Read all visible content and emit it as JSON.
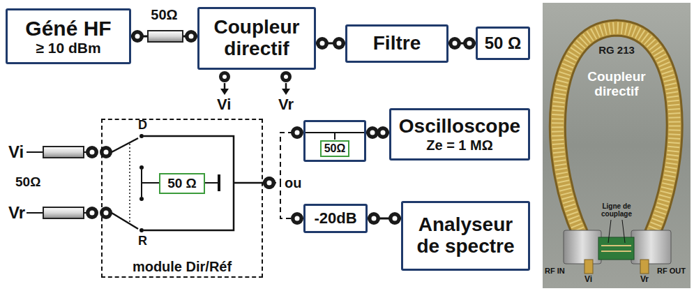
{
  "diagram": {
    "nodes": [
      {
        "text": [
          "Géné HF",
          "≥ 10 dBm"
        ]
      },
      {
        "text": [
          "Coupleur directif"
        ]
      },
      {
        "text": [
          "Filtre"
        ]
      },
      {
        "text": [
          "50 Ω"
        ]
      },
      {
        "text": [
          "module Dir/Réf"
        ]
      },
      {
        "text": [
          "50 Ω"
        ],
        "in": 4
      },
      {
        "text": [
          "50Ω"
        ]
      },
      {
        "text": [
          "Oscilloscope",
          "Ze = 1 MΩ"
        ]
      },
      {
        "text": [
          "-20dB"
        ]
      },
      {
        "text": [
          "Analyseur de spectre"
        ]
      }
    ],
    "edges": [
      {
        "from": 0,
        "to": 1,
        "arrow": "none",
        "label": "50Ω"
      },
      {
        "from": 1,
        "to": 2,
        "arrow": "none"
      },
      {
        "from": 2,
        "to": 3,
        "arrow": "none"
      },
      {
        "from": 4,
        "to": 6,
        "arrow": "none"
      },
      {
        "from": 4,
        "to": 8,
        "arrow": "none"
      },
      {
        "from": 6,
        "to": 7,
        "arrow": "none"
      },
      {
        "from": 8,
        "to": 9,
        "arrow": "none"
      }
    ],
    "labels": [
      "Vi",
      "Vr",
      "Vi",
      "50Ω",
      "Vr",
      "D",
      "R",
      "ou",
      "RG 213",
      "Coupleur directif",
      "Ligne de couplage",
      "RF IN",
      "RF OUT",
      "Vi",
      "Vr"
    ]
  }
}
